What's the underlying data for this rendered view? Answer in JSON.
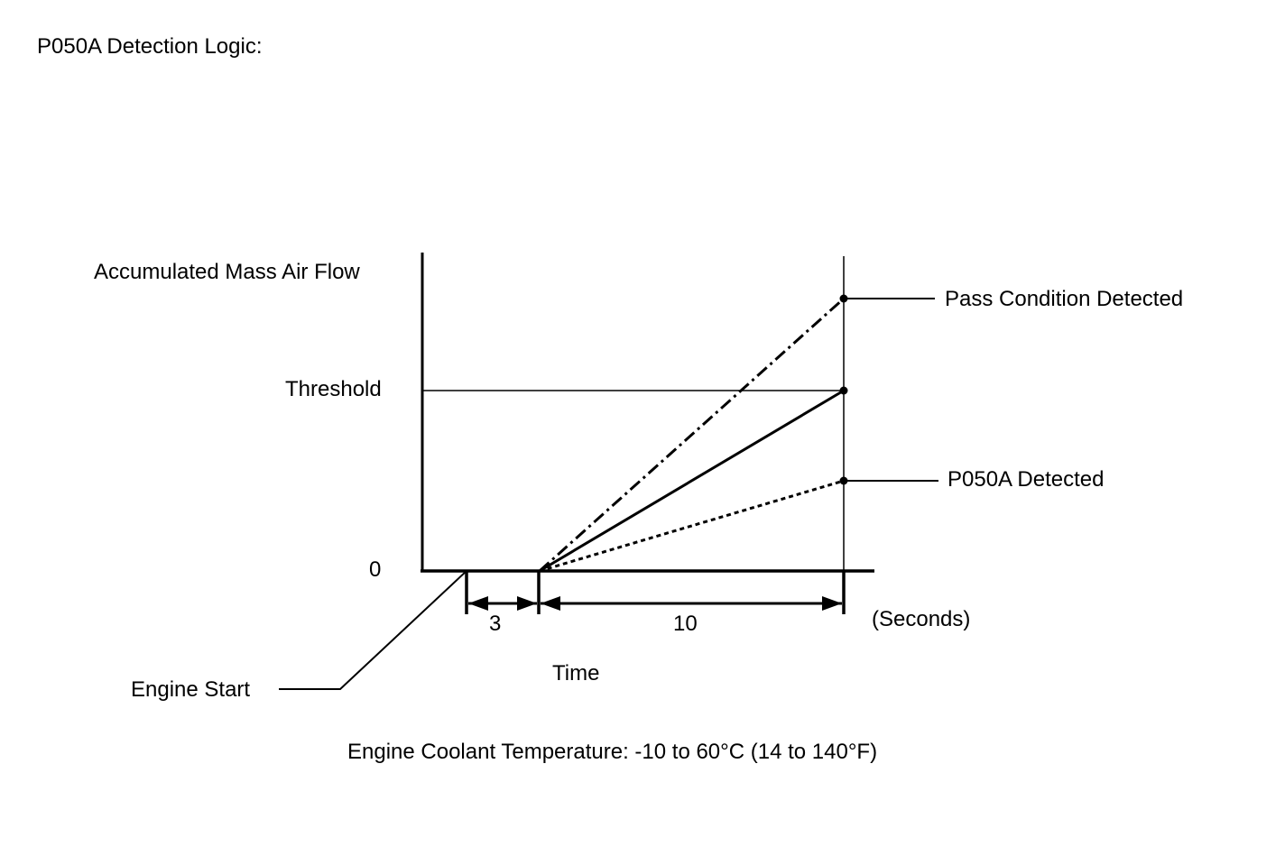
{
  "title": "P050A Detection Logic:",
  "y_axis_label": "Accumulated Mass Air Flow",
  "threshold_label": "Threshold",
  "zero_label": "0",
  "pass_label": "Pass Condition Detected",
  "detected_label": "P050A Detected",
  "interval_3_label": "3",
  "interval_10_label": "10",
  "seconds_label": "(Seconds)",
  "x_axis_label": "Time",
  "engine_start_label": "Engine Start",
  "condition_note": "Engine Coolant Temperature: -10 to 60°C (14 to 140°F)",
  "line_color": "#000000"
}
